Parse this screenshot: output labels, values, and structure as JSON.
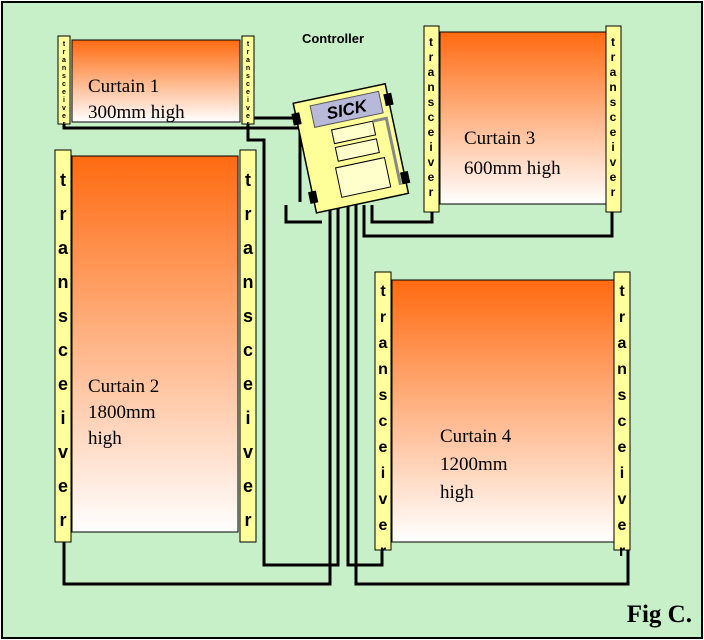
{
  "controller": {
    "label": "Controller",
    "logo": "SICK"
  },
  "figure_label": "Fig C.",
  "transceiver_text": "transceiver",
  "curtains": [
    {
      "name": "Curtain 1",
      "height": "300mm high"
    },
    {
      "name": "Curtain 2",
      "height_l1": "1800mm",
      "height_l2": "high"
    },
    {
      "name": "Curtain 3",
      "height": "600mm high"
    },
    {
      "name": "Curtain 4",
      "height_l1": "1200mm",
      "height_l2": "high"
    }
  ],
  "colors": {
    "background": "#c8f0c8",
    "frame": "#000000",
    "curtain_top": "#ff6a10",
    "curtain_bottom": "#ffffff",
    "transceiver": "#ffff9c",
    "controller": "#ffff99",
    "cable": "#000000"
  }
}
